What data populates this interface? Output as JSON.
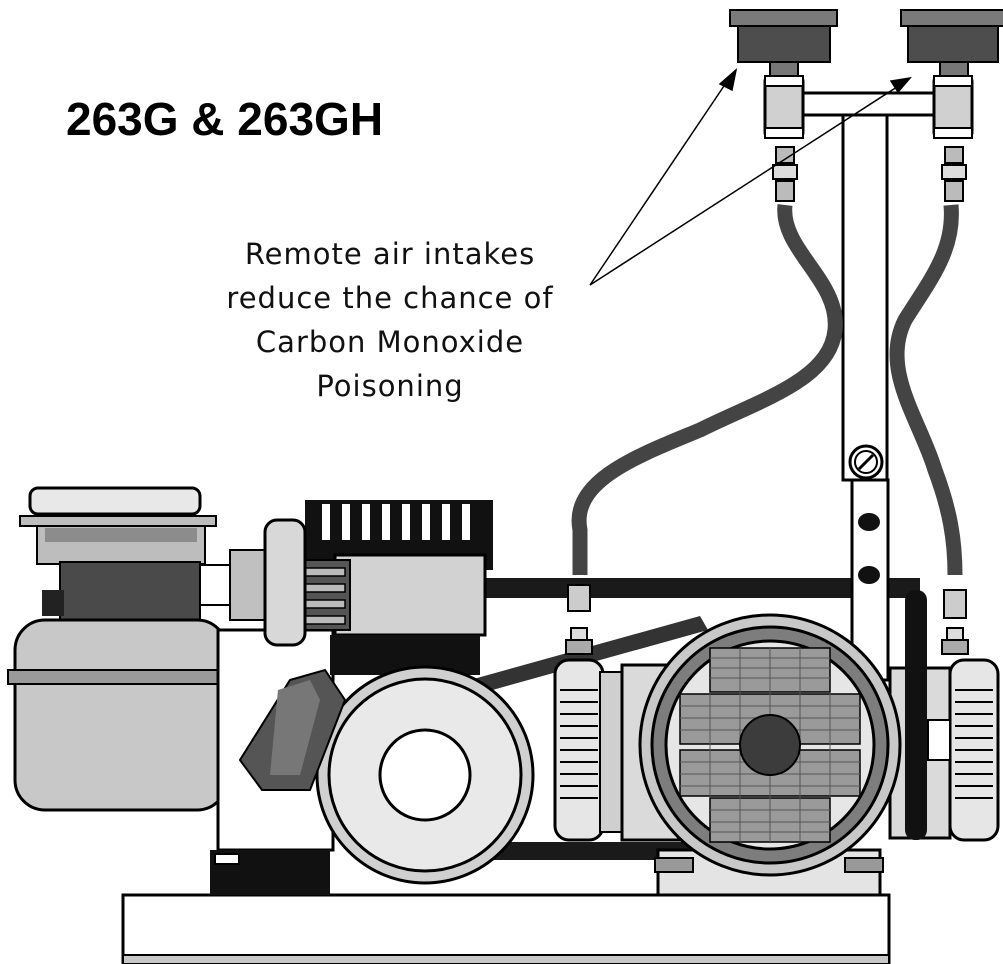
{
  "title": "263G & 263GH",
  "callout": {
    "lines": [
      "Remote air intakes",
      "reduce the chance of",
      "Carbon Monoxide",
      "Poisoning"
    ]
  },
  "colors": {
    "outline": "#000000",
    "light_gray": "#d9d9d9",
    "mid_gray": "#a6a6a6",
    "dark_gray": "#5a5a5a",
    "hose": "#4a4a4a",
    "black": "#111111"
  },
  "icons": [
    "air-intake-filter-icon",
    "air-hose-icon",
    "compressor-icon",
    "engine-icon"
  ]
}
